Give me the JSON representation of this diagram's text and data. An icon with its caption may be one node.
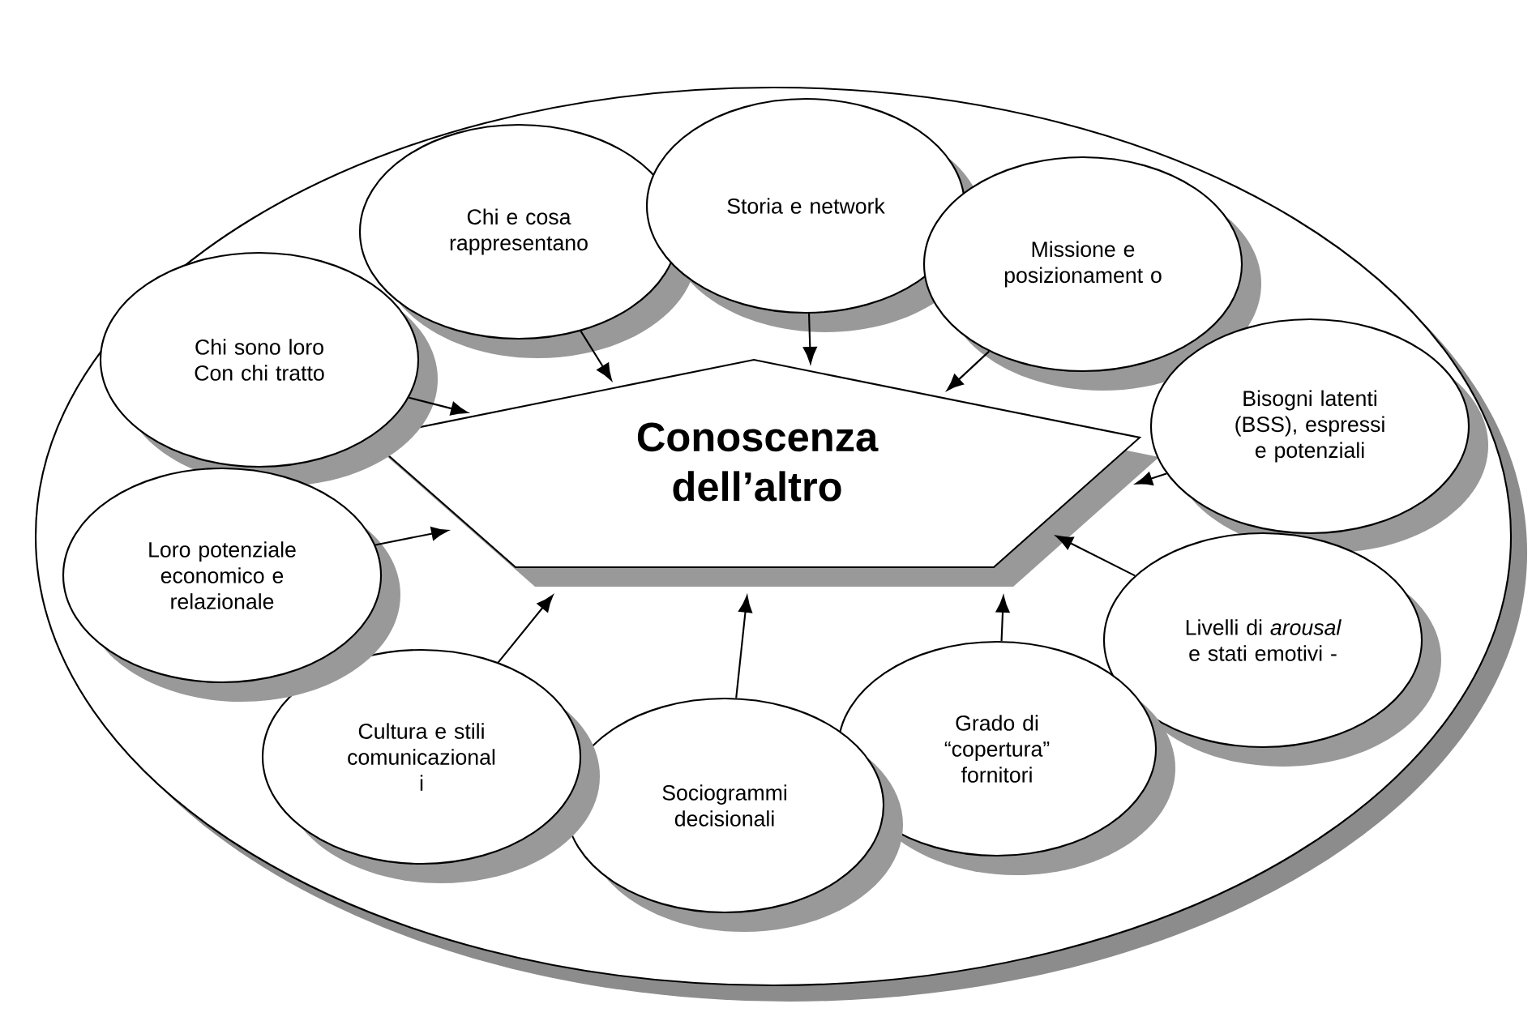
{
  "diagram": {
    "nodes": [
      {
        "text": [],
        "shape": "ellipse"
      },
      {
        "text": [
          "Conoscenza dell’altro"
        ],
        "in": 0
      },
      {
        "text": [
          "Chi sono loro Con chi tratto"
        ],
        "in": 0
      },
      {
        "text": [
          "Chi e cosa rappresentano"
        ],
        "in": 0
      },
      {
        "text": [
          "Storia e network"
        ],
        "in": 0
      },
      {
        "text": [
          "Missione e posizionament o"
        ],
        "in": 0
      },
      {
        "text": [
          "Bisogni latenti (BSS), espressi e potenziali"
        ],
        "in": 0
      },
      {
        "text": [
          "Livelli di *arousal* e stati emotivi -"
        ],
        "in": 0
      },
      {
        "text": [
          "Grado di “copertura” fornitori"
        ],
        "in": 0
      },
      {
        "text": [
          "Sociogrammi decisionali"
        ],
        "in": 0
      },
      {
        "text": [
          "Cultura e stili comunicazional i"
        ],
        "in": 0
      },
      {
        "text": [
          "Loro potenziale economico e relazionale"
        ],
        "in": 0
      }
    ],
    "edges": [
      {
        "from": 2,
        "to": 1,
        "arrow": "to"
      },
      {
        "from": 3,
        "to": 1,
        "arrow": "to"
      },
      {
        "from": 4,
        "to": 1,
        "arrow": "to"
      },
      {
        "from": 5,
        "to": 1,
        "arrow": "to"
      },
      {
        "from": 6,
        "to": 1,
        "arrow": "to"
      },
      {
        "from": 7,
        "to": 1,
        "arrow": "to"
      },
      {
        "from": 8,
        "to": 1,
        "arrow": "to"
      },
      {
        "from": 9,
        "to": 1,
        "arrow": "to"
      },
      {
        "from": 10,
        "to": 1,
        "arrow": "to"
      },
      {
        "from": 11,
        "to": 1,
        "arrow": "to"
      }
    ]
  }
}
